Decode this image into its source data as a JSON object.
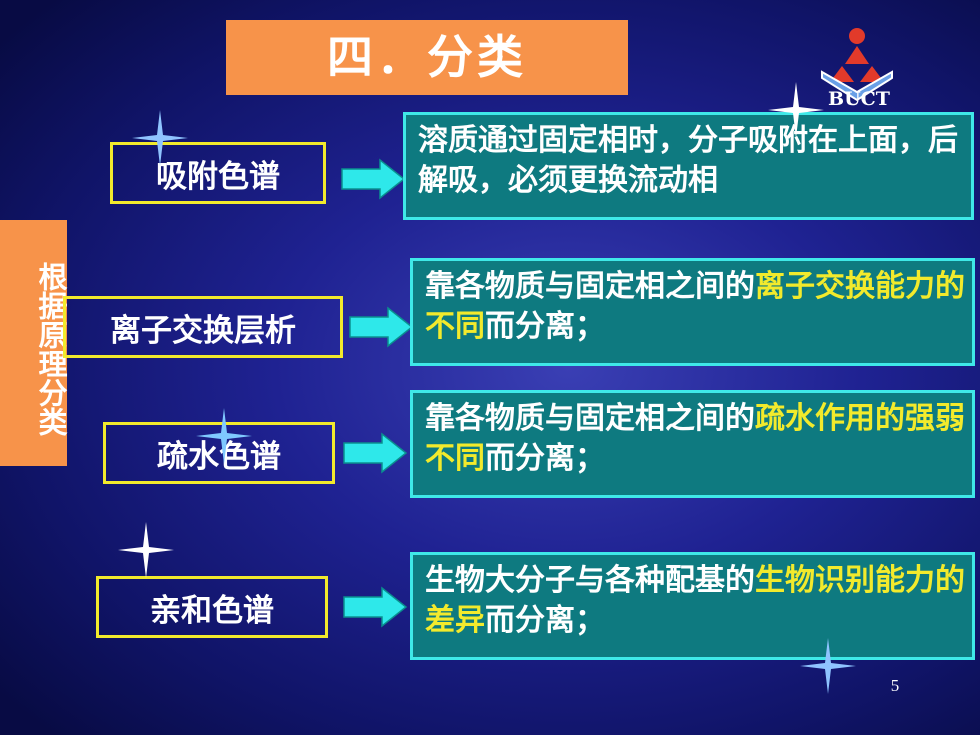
{
  "title": "四．分类",
  "logo_text": "BUCT",
  "side_label": "根据原理分类",
  "rows": [
    {
      "method": "吸附色谱",
      "desc_parts": [
        "溶质通过固定相时，分子吸附在上面，后解吸，必须更换流动相"
      ]
    },
    {
      "method": "离子交换层析",
      "desc_parts": [
        "靠各物质与固定相之间的",
        "离子交换能力的不同",
        "而分离；"
      ]
    },
    {
      "method": "疏水色谱",
      "desc_parts": [
        "靠各物质与固定相之间的",
        "疏水作用的强弱不同",
        "而分离；"
      ]
    },
    {
      "method": "亲和色谱",
      "desc_parts": [
        "生物大分子与各种配基的",
        "生物识别能力的差异",
        "而分离；"
      ]
    }
  ],
  "page_number": "5",
  "colors": {
    "title_bg": "#f7934a",
    "highlight": "#f2ea2c",
    "desc_bg": "#0e7a80",
    "desc_border": "#3fe8e8",
    "arrow": "#2ee8ea"
  }
}
